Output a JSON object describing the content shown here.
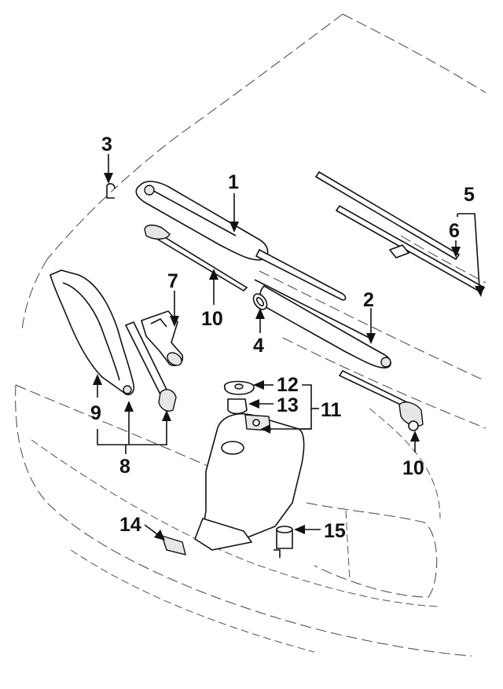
{
  "callouts": {
    "c1": "1",
    "c2": "2",
    "c3": "3",
    "c4": "4",
    "c5": "5",
    "c6": "6",
    "c7": "7",
    "c8": "8",
    "c9": "9",
    "c10a": "10",
    "c10b": "10",
    "c11": "11",
    "c12": "12",
    "c13": "13",
    "c14": "14",
    "c15": "15"
  }
}
